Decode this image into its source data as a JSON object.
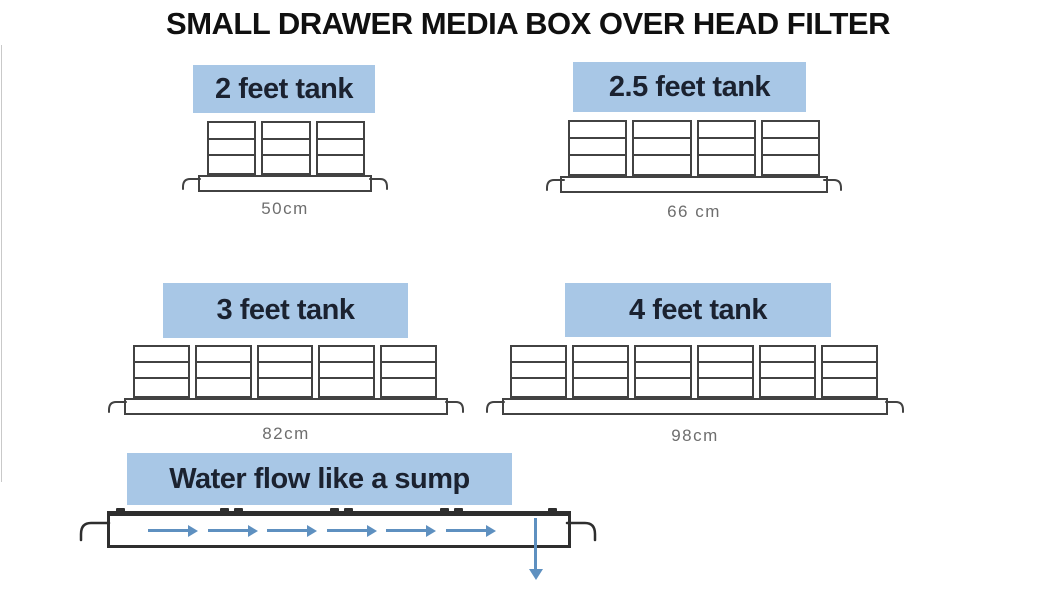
{
  "page": {
    "title": "SMALL DRAWER MEDIA BOX OVER HEAD FILTER"
  },
  "colors": {
    "label_bg": "#a8c7e6",
    "label_text": "#1b2230",
    "line": "#424242",
    "sump_line": "#2e2e2e",
    "arrow": "#5e90c0",
    "dim_text": "#6e6e6e",
    "title_text": "#101010"
  },
  "tanks": [
    {
      "label": "2 feet tank",
      "width_label": "50cm",
      "boxes": 3,
      "drawers_per_box": 3
    },
    {
      "label": "2.5 feet tank",
      "width_label": "66 cm",
      "boxes": 4,
      "drawers_per_box": 3
    },
    {
      "label": "3 feet tank",
      "width_label": "82cm",
      "boxes": 5,
      "drawers_per_box": 3
    },
    {
      "label": "4 feet tank",
      "width_label": "98cm",
      "boxes": 6,
      "drawers_per_box": 3
    }
  ],
  "water_flow": {
    "label": "Water flow like a sump",
    "horizontal_arrows": 6,
    "down_arrows": 1
  }
}
